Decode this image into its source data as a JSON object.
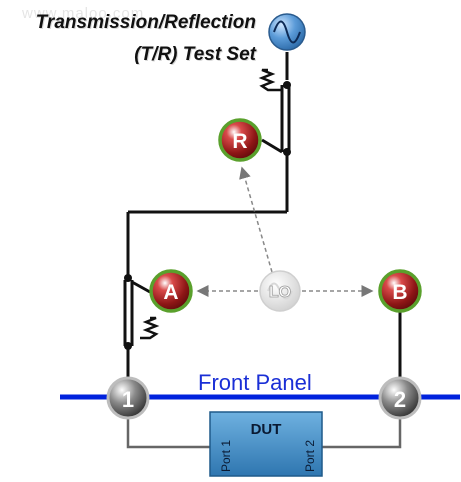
{
  "watermark": "www.maloo.com",
  "title": {
    "line1": "Transmission/Reflection",
    "line2": "(T/R) Test Set"
  },
  "receivers": {
    "r": "R",
    "a": "A",
    "b": "B"
  },
  "lo_label": "LO",
  "front_panel_label": "Front Panel",
  "ports": {
    "port1": "1",
    "port2": "2"
  },
  "dut": {
    "label": "DUT",
    "port1_label": "Port 1",
    "port2_label": "Port 2"
  },
  "colors": {
    "receiver_red": "#8e1616",
    "receiver_ring": "#5aa02c",
    "front_panel_line": "#0022dd",
    "front_panel_text": "#1a2fd6",
    "dut_fill": "#4a90c4",
    "source_fill": "#5b9bd8"
  }
}
